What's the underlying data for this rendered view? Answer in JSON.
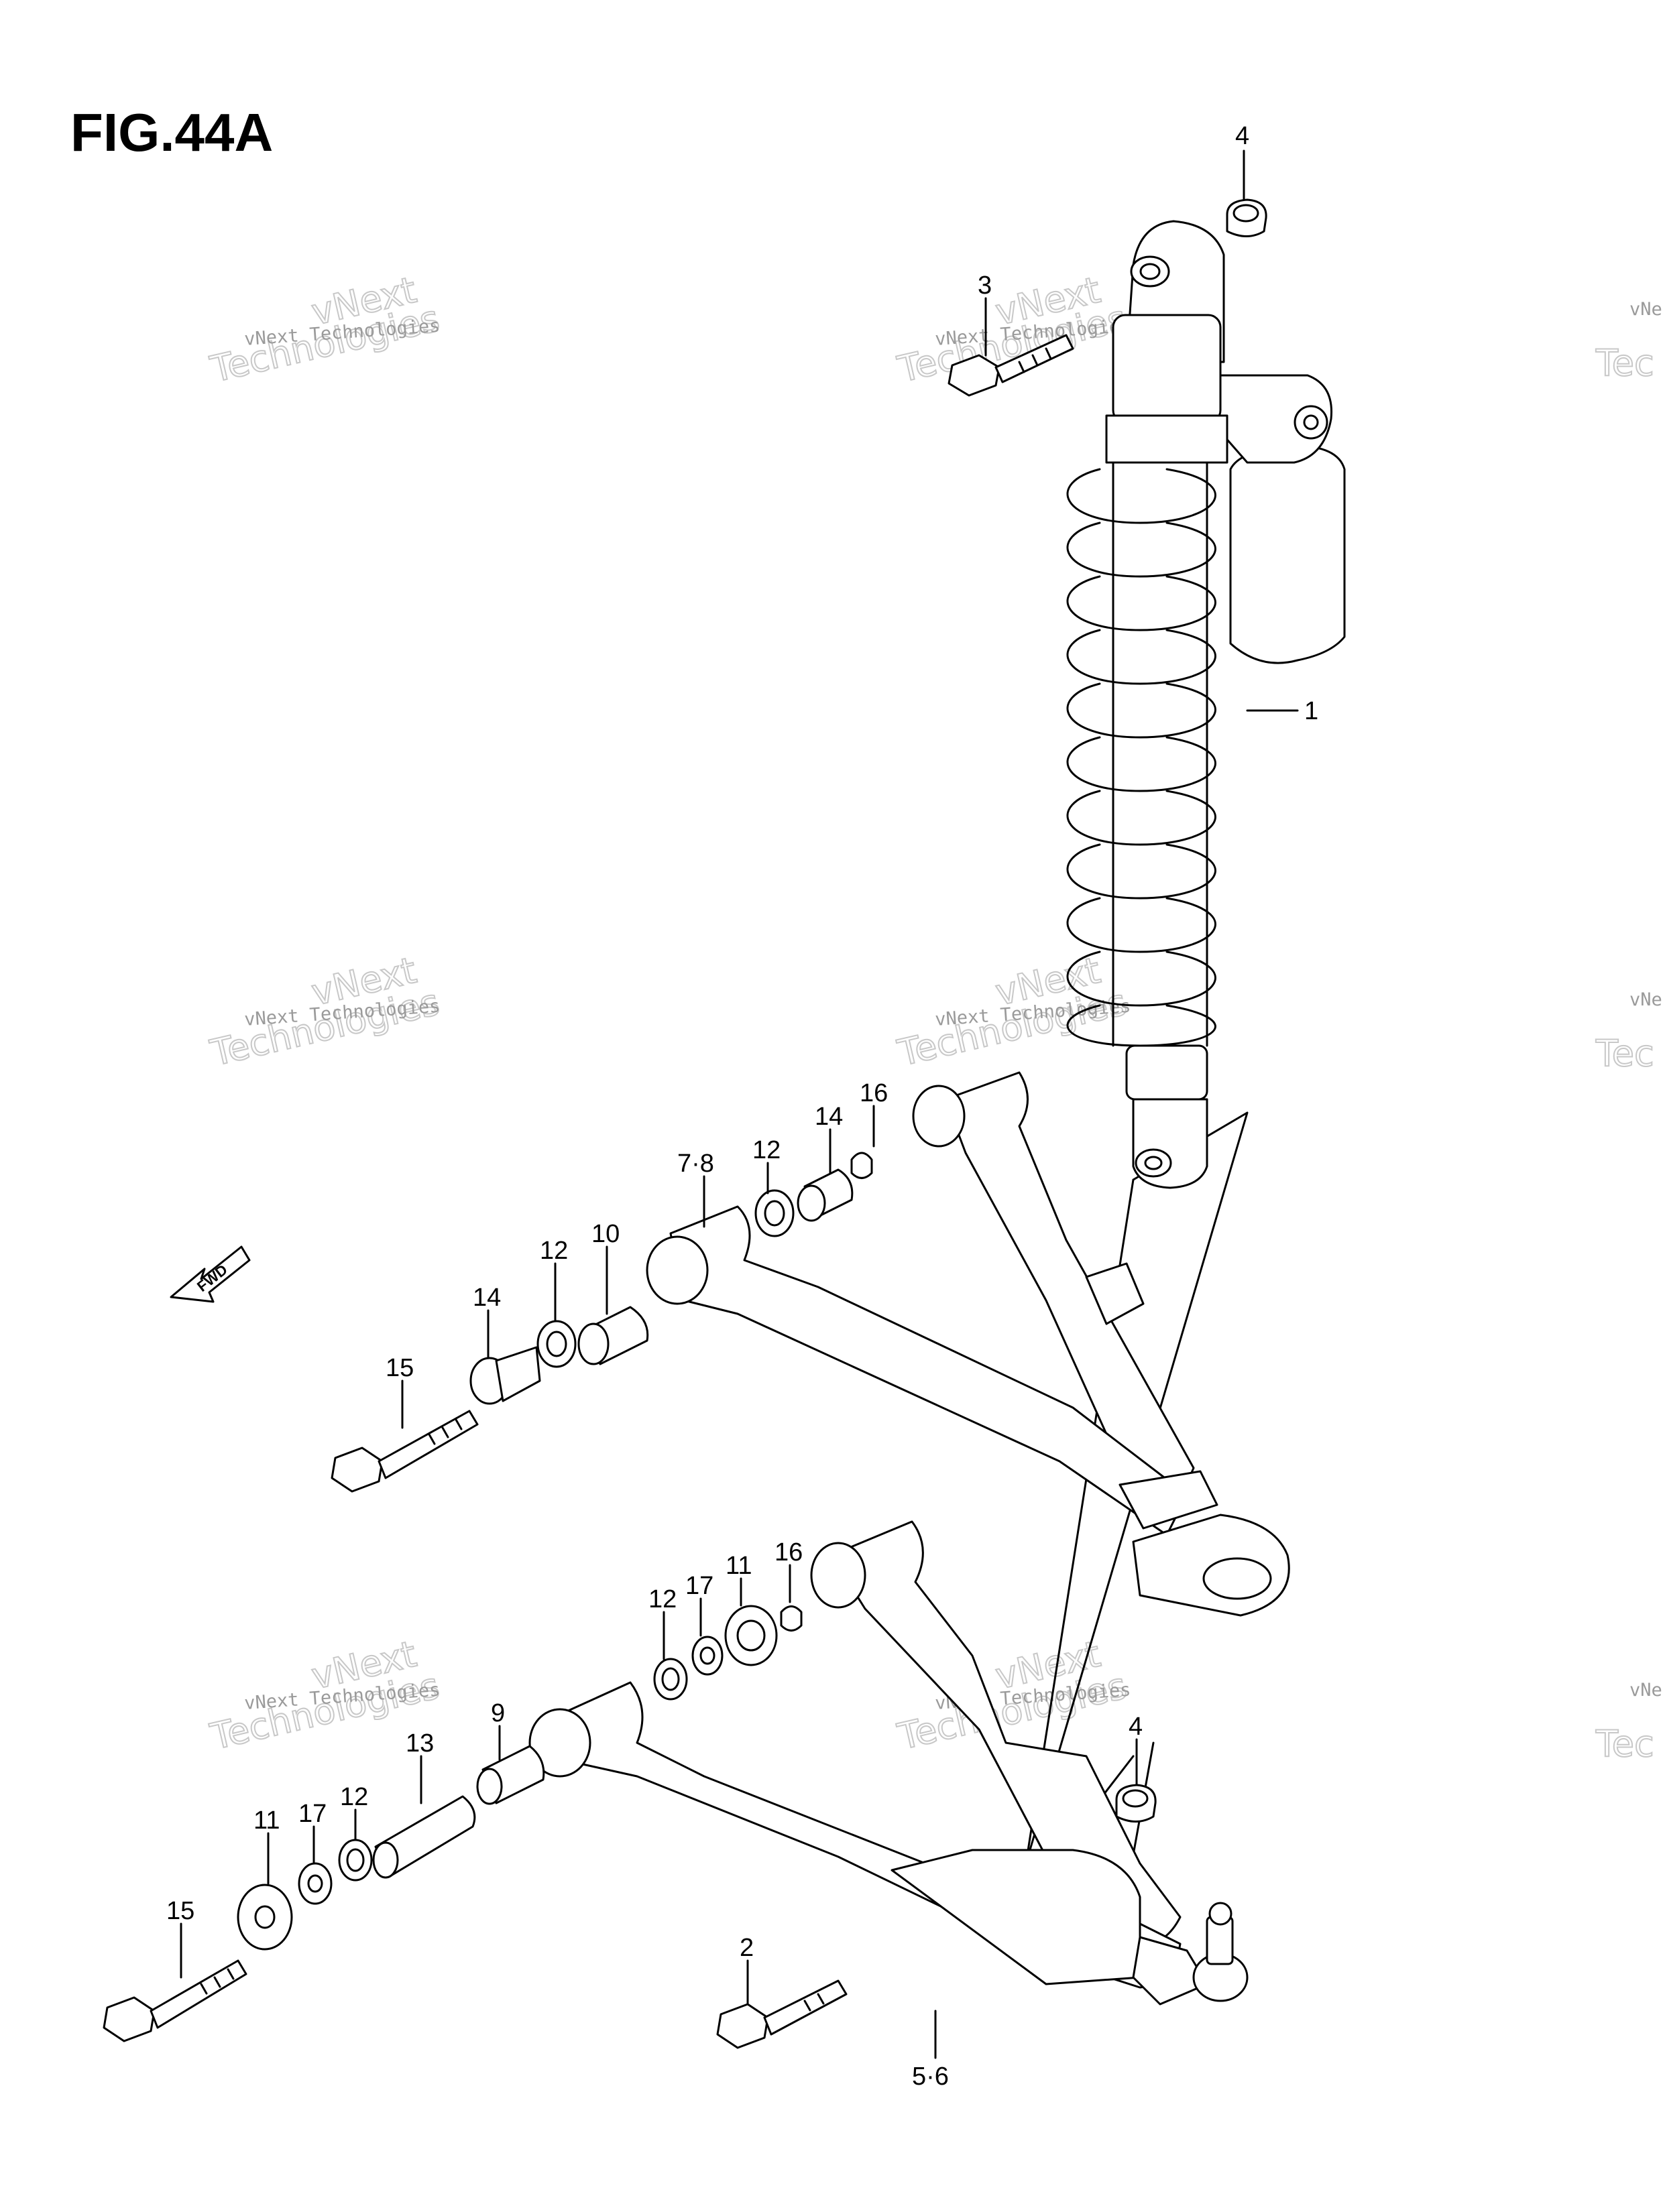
{
  "figure": {
    "title": "FIG.44A",
    "direction_arrow": "FWD"
  },
  "watermark": {
    "line1": "vNext Technologies",
    "line2": "vNext",
    "line3": "Technologies"
  },
  "callouts": {
    "c1": "1",
    "c2": "2",
    "c3": "3",
    "c4_top": "4",
    "c4_bottom": "4",
    "c56": "5·6",
    "c78": "7·8",
    "c9": "9",
    "c10": "10",
    "c11_upper": "11",
    "c11_lower": "11",
    "c12_a": "12",
    "c12_b": "12",
    "c12_c": "12",
    "c12_d": "12",
    "c13": "13",
    "c14_a": "14",
    "c14_b": "14",
    "c15_a": "15",
    "c15_b": "15",
    "c16_a": "16",
    "c16_b": "16",
    "c17_a": "17",
    "c17_b": "17"
  }
}
